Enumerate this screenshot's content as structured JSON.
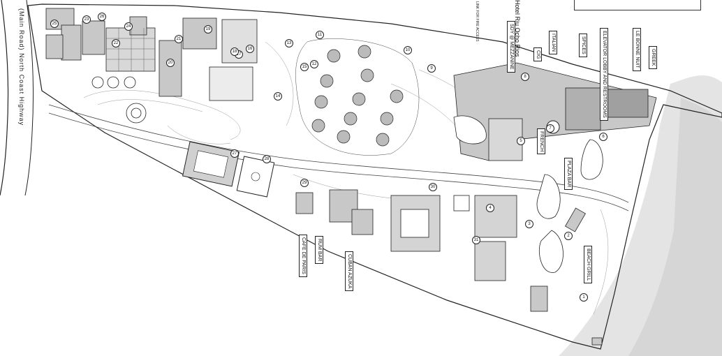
{
  "map": {
    "road_label": "North Coast Highway",
    "road_label_prefix": "(Main",
    "road_label_suffix": "Road)",
    "hotel_title": "Hotel Riu Ocho Rios",
    "access_note": "LINK FOR FIRE ACCESS",
    "colors": {
      "ink": "#1a1a1a",
      "building_fill": "#c8c8c8",
      "building_dark": "#8c8c8c",
      "sea": "#e2e2e2",
      "water_dark": "#b8b8b8"
    },
    "labels": {
      "sdy_mezzanine": "SDY @ MEZZANINE",
      "italian": "ITALIAN",
      "spices": "SPICES",
      "elevator_lobby": "ELEVATOR LOBBY AND RESTROOMS",
      "le_bonne_nuit": "LE BONNE NUIT",
      "greek": "GREEK",
      "cig": "CIG",
      "french": "FRENCH",
      "plaza_bar": "PLAZA BAR",
      "cafe_de_paris": "CAFE DE PARIS",
      "rum_bar": "RUM BAR",
      "cuban_azuka": "CUBAN AZUKA",
      "beach_grill": "BEACH GRILL"
    },
    "numbers": [
      "1",
      "2",
      "3",
      "4",
      "5",
      "6",
      "7",
      "8",
      "9",
      "10",
      "11",
      "12",
      "13",
      "14",
      "15",
      "16",
      "17",
      "18",
      "19",
      "20",
      "21",
      "22",
      "23",
      "24",
      "25",
      "26",
      "27",
      "28",
      "29",
      "30",
      "31"
    ]
  }
}
